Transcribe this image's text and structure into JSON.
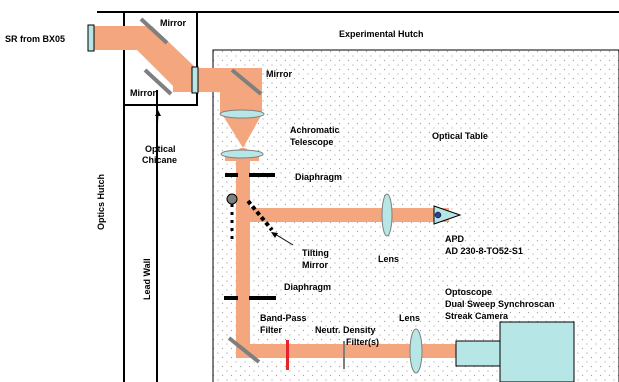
{
  "labels": {
    "sr_source": "SR from BX05",
    "mirror_top": "Mirror",
    "mirror_left": "Mirror",
    "mirror_main": "Mirror",
    "optical_chicane_1": "Optical",
    "optical_chicane_2": "Chicane",
    "experimental_hutch": "Experimental Hutch",
    "optics_hutch": "Optics Hutch",
    "lead_wall": "Lead Wall",
    "achromatic_1": "Achromatic",
    "achromatic_2": "Telescope",
    "optical_table": "Optical Table",
    "diaphragm_top": "Diaphragm",
    "diaphragm_bottom": "Diaphragm",
    "tilting_1": "Tilting",
    "tilting_2": "Mirror",
    "lens_apd": "Lens",
    "apd_1": "APD",
    "apd_2": "AD 230-8-TO52-S1",
    "optoscope_1": "Optoscope",
    "optoscope_2": "Dual Sweep Synchroscan",
    "optoscope_3": "Streak Camera",
    "bandpass_1": "Band-Pass",
    "bandpass_2": "Filter",
    "neutral_1": "Neutr. Density",
    "neutral_2": "Filter(s)",
    "lens_camera": "Lens"
  },
  "colors": {
    "beam": "#F4A77F",
    "optic_fill": "#B7E6E6",
    "camera_fill": "#B7E6E6",
    "mirror_gray": "#7F7F7F",
    "bandpass_red": "#E8232A",
    "table_dots": "#9E9E9E"
  }
}
